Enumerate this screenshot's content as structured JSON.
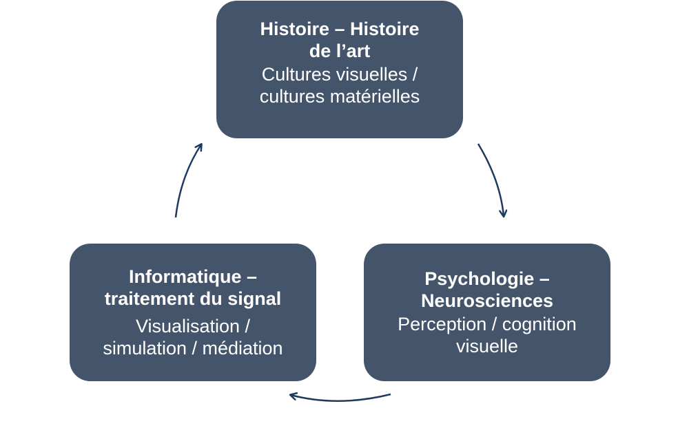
{
  "colors": {
    "node_fill": "#44546a",
    "arrow": "#1f3a5f",
    "text": "#ffffff"
  },
  "nodes": {
    "top": {
      "title": "Histoire – Histoire\nde l’art",
      "subtitle": "Cultures visuelles /\ncultures matérielles"
    },
    "right": {
      "title": "Psychologie –\nNeurosciences",
      "subtitle": "Perception / cognition\nvisuelle"
    },
    "left": {
      "title": "Informatique –\ntraitement du signal",
      "subtitle": "Visualisation /\nsimulation / médiation"
    }
  }
}
